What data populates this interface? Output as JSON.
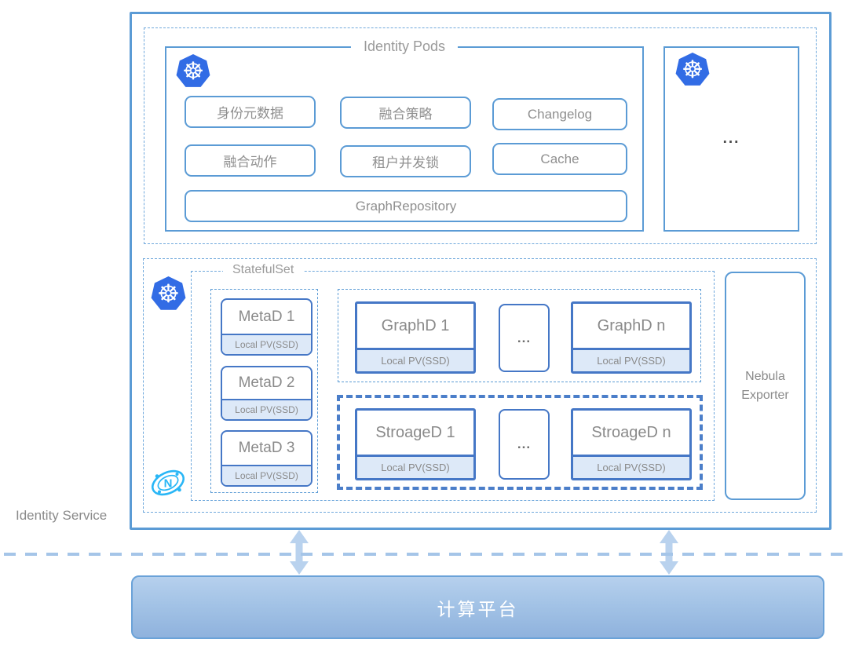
{
  "labels": {
    "identity_service": "Identity Service",
    "platform": "计算平台"
  },
  "icons": {
    "kubernetes_glyph": "☸",
    "nebula_glyph": "N",
    "ellipsis": "..."
  },
  "identity_pods": {
    "title": "Identity Pods",
    "modules": [
      "身份元数据",
      "融合策略",
      "Changelog",
      "融合动作",
      "租户并发锁",
      "Cache"
    ],
    "repository": "GraphRepository",
    "more": "..."
  },
  "statefulset": {
    "title": "StatefulSet",
    "metad_pods": [
      {
        "name": "MetaD 1",
        "pv": "Local PV(SSD)"
      },
      {
        "name": "MetaD 2",
        "pv": "Local PV(SSD)"
      },
      {
        "name": "MetaD 3",
        "pv": "Local PV(SSD)"
      }
    ],
    "graphd_pods": [
      {
        "name": "GraphD 1",
        "pv": "Local PV(SSD)"
      },
      {
        "name": "GraphD n",
        "pv": "Local PV(SSD)"
      }
    ],
    "graphd_more": "...",
    "storaged_pods": [
      {
        "name": "StroageD 1",
        "pv": "Local PV(SSD)"
      },
      {
        "name": "StroageD n",
        "pv": "Local PV(SSD)"
      }
    ],
    "storaged_more": "...",
    "exporter": "Nebula Exporter"
  },
  "colors": {
    "box_border": "#5b9bd5",
    "pod_border": "#4577c6",
    "kubernetes_blue": "#326ce5",
    "pv_fill": "#dde9f8",
    "nebula_cyan": "#29b6f6",
    "platform_fill": "#a3c3e6",
    "arrow_blue": "#b9d2ee",
    "text_gray": "#8a8a8a"
  }
}
